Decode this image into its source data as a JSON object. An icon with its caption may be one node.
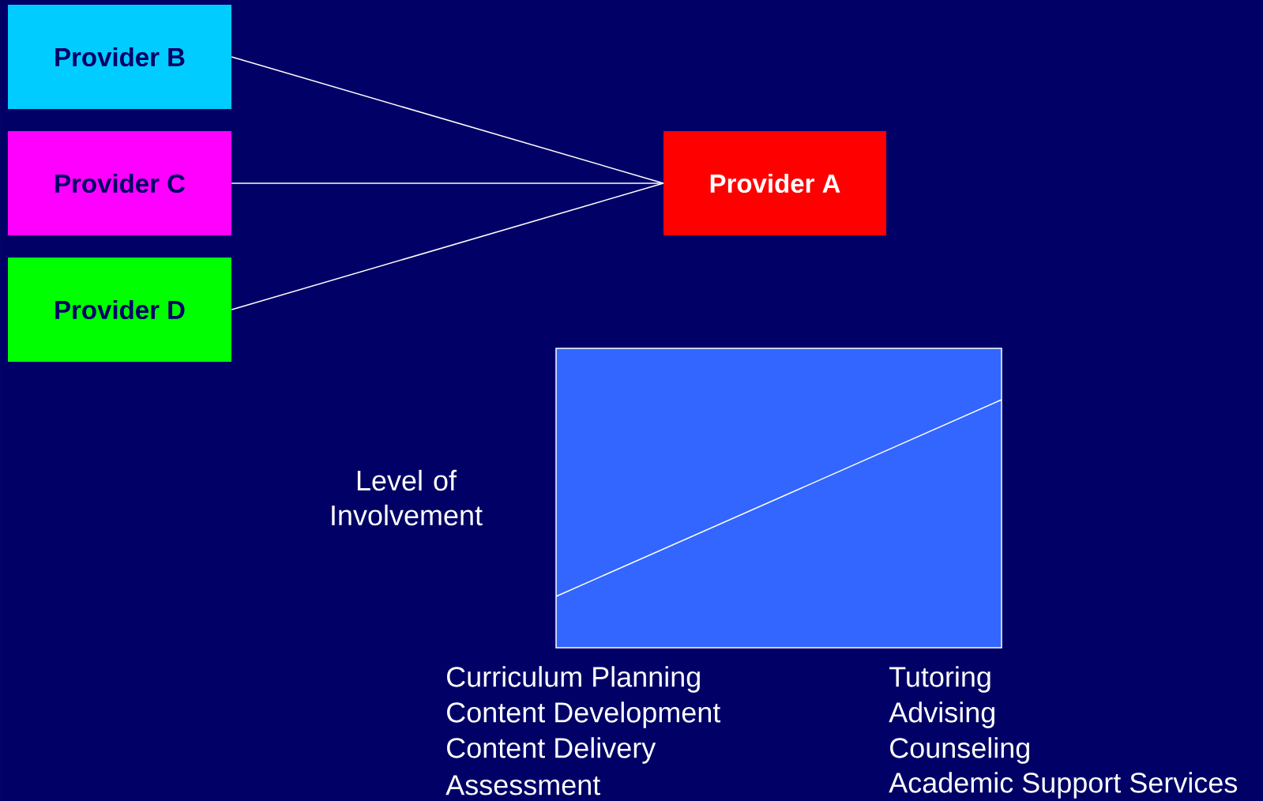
{
  "diagram": {
    "nodes": [
      {
        "text": [
          "Provider B"
        ]
      },
      {
        "text": [
          "Provider C"
        ]
      },
      {
        "text": [
          "Provider D"
        ]
      },
      {
        "text": [
          "Provider A"
        ]
      }
    ],
    "edges": [
      {
        "from": 0,
        "to": 3,
        "arrow": "none"
      },
      {
        "from": 1,
        "to": 3,
        "arrow": "none"
      },
      {
        "from": 2,
        "to": 3,
        "arrow": "none"
      }
    ],
    "labels": [
      "Level of Involvement",
      "Curriculum Planning",
      "Content Development",
      "Content Delivery",
      "Assessment",
      "Tutoring",
      "Advising",
      "Counseling",
      "Academic Support Services"
    ]
  }
}
